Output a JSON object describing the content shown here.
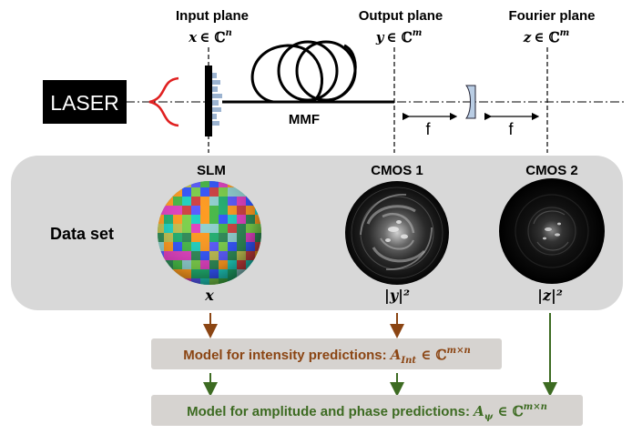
{
  "diagram": {
    "planes": {
      "input": {
        "title": "Input plane",
        "var": "x",
        "space": "∈ ℂ",
        "sup": "n"
      },
      "output": {
        "title": "Output plane",
        "var": "y",
        "space": "∈ ℂ",
        "sup": "m"
      },
      "fourier": {
        "title": "Fourier plane",
        "var": "z",
        "space": "∈ ℂ",
        "sup": "m"
      }
    },
    "laser_label": "LASER",
    "fiber_label": "MMF",
    "focal_label_1": "f",
    "focal_label_2": "f",
    "dataset": {
      "title": "Data set",
      "columns": [
        {
          "title": "SLM",
          "caption": "x"
        },
        {
          "title": "CMOS 1",
          "caption": "|y|²"
        },
        {
          "title": "CMOS 2",
          "caption": "|z|²"
        }
      ]
    },
    "models": {
      "intensity": {
        "text": "Model for intensity predictions: ",
        "var": "A",
        "sub": "Int",
        "space": " ∈ ℂ",
        "sup": "m×n"
      },
      "amplitude_phase": {
        "text": "Model for amplitude and phase predictions: ",
        "var": "A",
        "sub": "ψ",
        "space": " ∈ ℂ",
        "sup": "m×n"
      }
    },
    "colors": {
      "brown": "#8B4513",
      "green": "#3d6b22",
      "panel": "#d8d8d8",
      "box": "#d6d3d0",
      "laser_bg": "#000000",
      "pulse": "#e02020",
      "slm_teeth": "#9bb3d0",
      "lens": "#b9cde4"
    }
  }
}
